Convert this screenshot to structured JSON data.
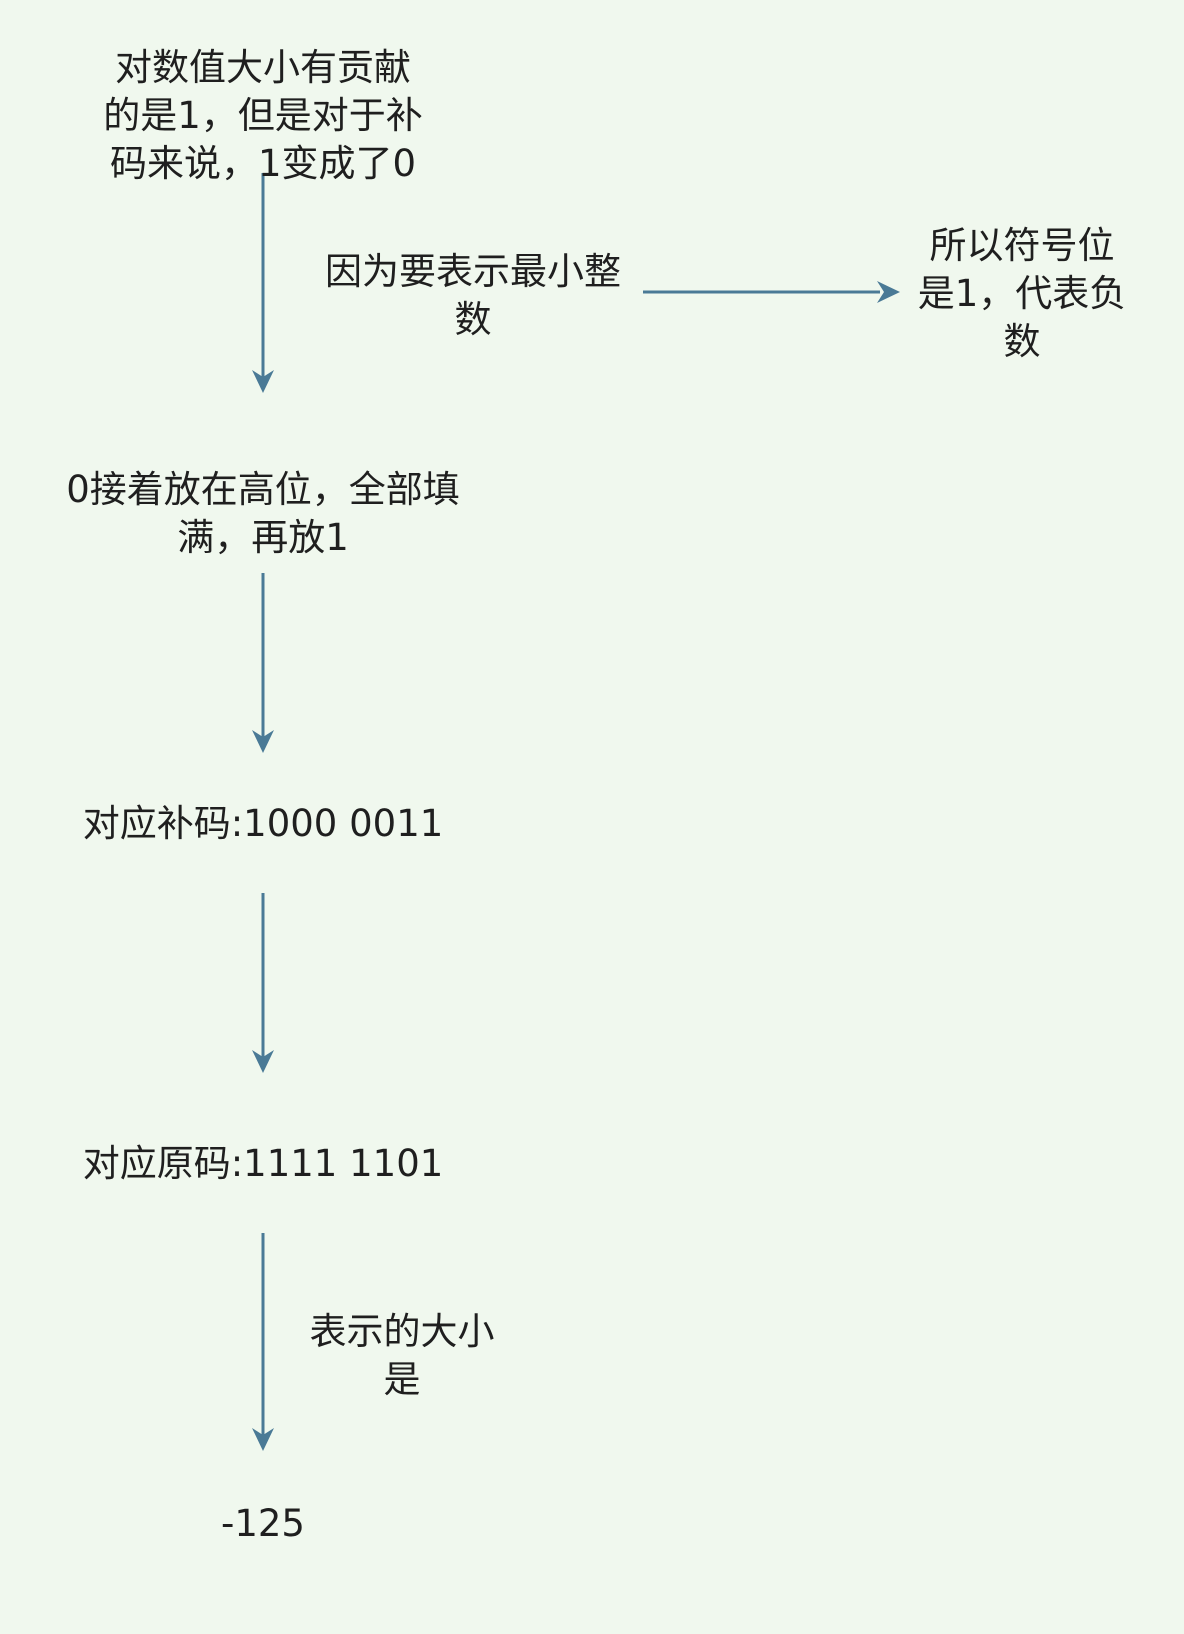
{
  "colors": {
    "background": "#f0f8ee",
    "arrow": "#4a7a96",
    "text": "#1f1f1f"
  },
  "nodes": {
    "top": {
      "line1": "对数值大小有贡献",
      "line2": "的是1，但是对于补",
      "line3": "码来说，1变成了0"
    },
    "edge_label_right": {
      "line1": "因为要表示最小整",
      "line2": "数"
    },
    "sign_bit": {
      "line1": "所以符号位",
      "line2": "是1，代表负",
      "line3": "数"
    },
    "fill_high": {
      "line1": "0接着放在高位，全部填",
      "line2": "满，再放1"
    },
    "complement": {
      "text": "对应补码:1000 0011"
    },
    "original": {
      "text": "对应原码:1111 1101"
    },
    "edge_label_size": {
      "line1": "表示的大小",
      "line2": "是"
    },
    "result": {
      "text": "-125"
    }
  }
}
